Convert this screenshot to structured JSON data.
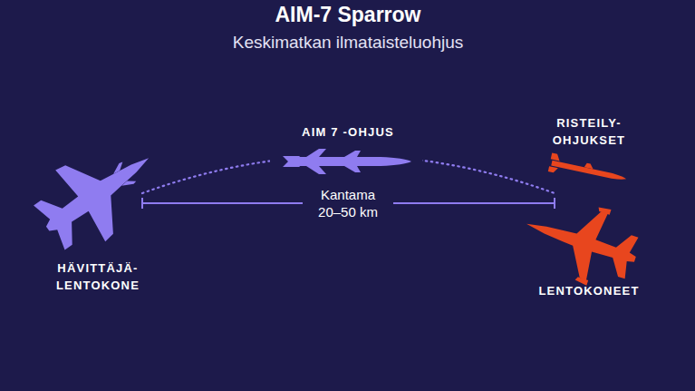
{
  "diagram": {
    "title": "AIM-7 Sparrow",
    "labels": [
      "Keskimatkan ilmataisteluohjus",
      "AIM 7 -OHJUS",
      "RISTEILY- OHJUKSET",
      "Kantama 20–50 km",
      "HÄVITTÄJÄ- LENTOKONE",
      "LENTOKONEET"
    ]
  }
}
